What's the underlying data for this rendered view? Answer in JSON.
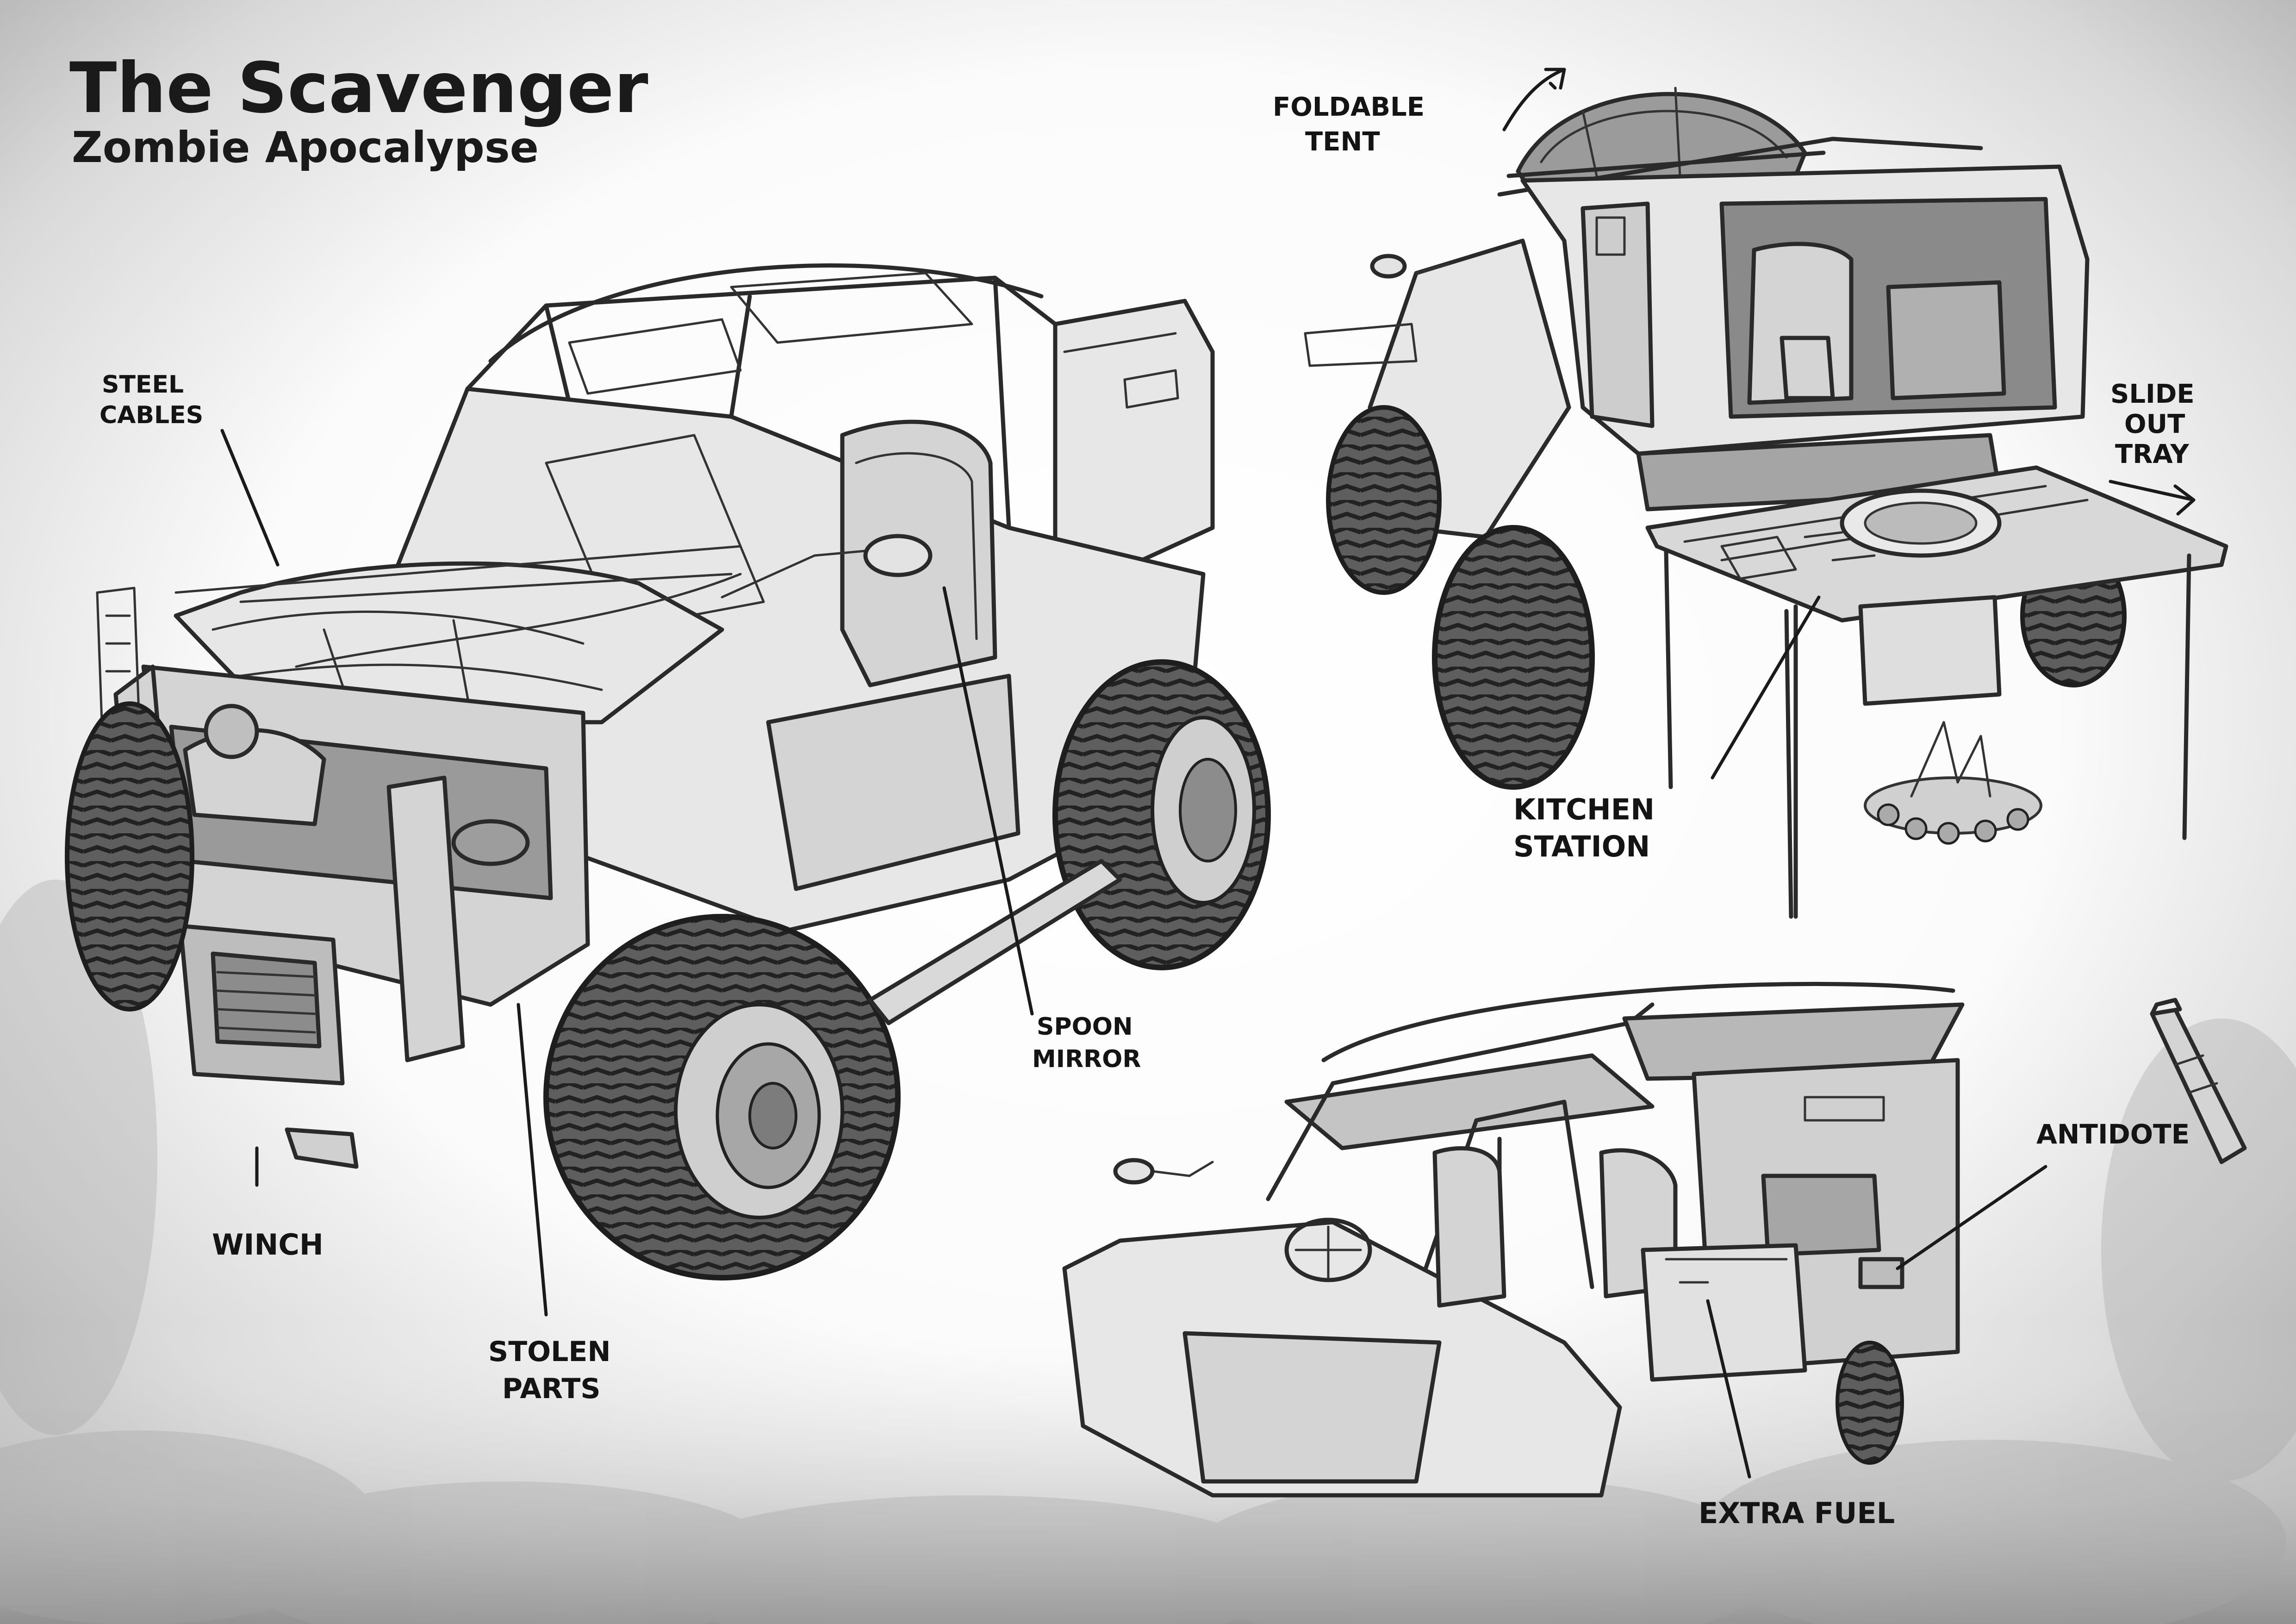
{
  "header": {
    "title": "The Scavenger",
    "subtitle": "Zombie Apocalypse"
  },
  "callouts": {
    "steel_cables": [
      "STEEL",
      "CABLES"
    ],
    "spoon_mirror": [
      "SPOON",
      "MIRROR"
    ],
    "winch": "WINCH",
    "stolen_parts": [
      "STOLEN",
      "PARTS"
    ],
    "foldable_tent": [
      "FOLDABLE",
      "TENT"
    ],
    "kitchen_station": [
      "KITCHEN",
      "STATION"
    ],
    "slide_out_tray": [
      "SLIDE",
      "OUT",
      "TRAY"
    ],
    "antidote": "ANTIDOTE",
    "extra_fuel": "EXTRA FUEL"
  },
  "colors": {
    "ink": "#1a1a1a",
    "paper": "#ffffff",
    "smoke": "#9c9c9c",
    "vehicle_body": "#e7e7e7",
    "tire": "#5a5a5a"
  }
}
